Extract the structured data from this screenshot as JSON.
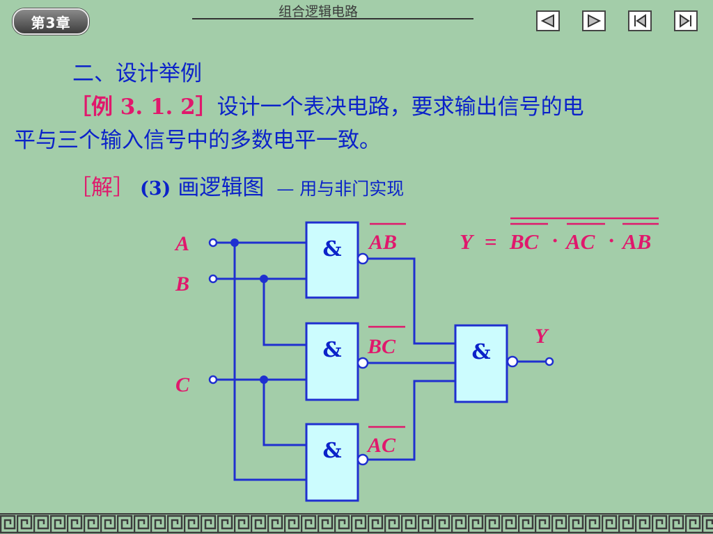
{
  "header": {
    "chapter_badge": "第3章",
    "title": "组合逻辑电路"
  },
  "nav": {
    "prev_icon": "triangle-left-icon",
    "next_icon": "triangle-right-icon",
    "first_icon": "skip-first-icon",
    "last_icon": "skip-last-icon"
  },
  "content": {
    "section_heading": "二、设计举例",
    "example_label": "［例 3. 1. 2］",
    "example_text_1": "设计一个表决电路，要求输出信号的电",
    "example_text_2": "平与三个输入信号中的多数电平一致。",
    "solution_label": "［解］",
    "step_number": "(3)",
    "step_title": "画逻辑图",
    "step_note": "— 用与非门实现"
  },
  "diagram": {
    "inputs": [
      "A",
      "B",
      "C"
    ],
    "gate_symbol": "&",
    "gate_outputs": [
      "AB",
      "BC",
      "AC"
    ],
    "output": "Y",
    "formula": {
      "lhs": "Y",
      "eq": "=",
      "terms": [
        "BC",
        "AC",
        "AB"
      ],
      "dot": "·"
    }
  },
  "colors": {
    "background": "#a3cda9",
    "text_blue": "#0b22c9",
    "text_red": "#e0186c",
    "wire": "#1f2fd0",
    "gate_fill": "#ccfcfe"
  }
}
